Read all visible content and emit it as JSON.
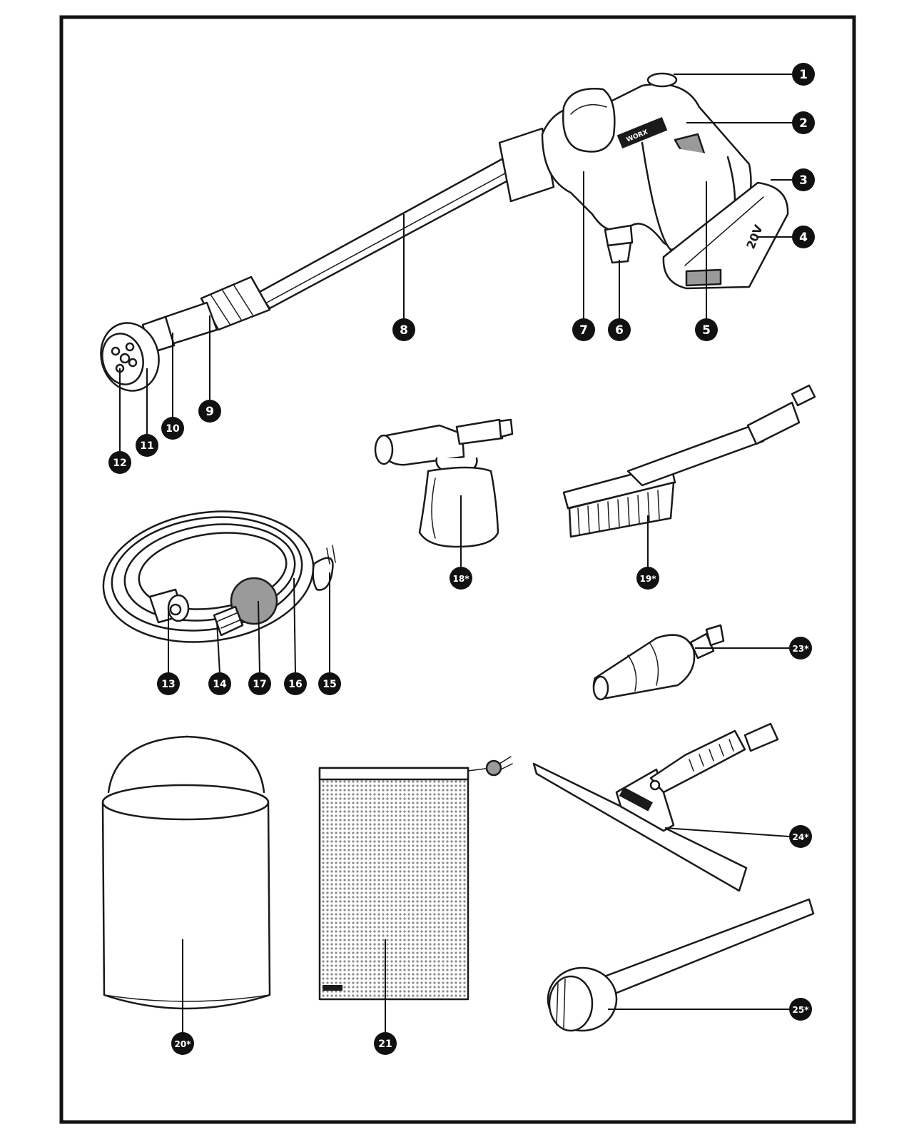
{
  "callouts": [
    {
      "id": "c1",
      "label": "1"
    },
    {
      "id": "c2",
      "label": "2"
    },
    {
      "id": "c3",
      "label": "3"
    },
    {
      "id": "c4",
      "label": "4"
    },
    {
      "id": "c5",
      "label": "5"
    },
    {
      "id": "c6",
      "label": "6"
    },
    {
      "id": "c7",
      "label": "7"
    },
    {
      "id": "c8",
      "label": "8"
    },
    {
      "id": "c9",
      "label": "9"
    },
    {
      "id": "c10",
      "label": "10"
    },
    {
      "id": "c11",
      "label": "11"
    },
    {
      "id": "c12",
      "label": "12"
    },
    {
      "id": "c13",
      "label": "13"
    },
    {
      "id": "c14",
      "label": "14"
    },
    {
      "id": "c15",
      "label": "15"
    },
    {
      "id": "c16",
      "label": "16"
    },
    {
      "id": "c17",
      "label": "17"
    },
    {
      "id": "c18",
      "label": "18*"
    },
    {
      "id": "c19",
      "label": "19*"
    },
    {
      "id": "c20",
      "label": "20*"
    },
    {
      "id": "c21",
      "label": "21"
    },
    {
      "id": "c23",
      "label": "23*"
    },
    {
      "id": "c24",
      "label": "24*"
    },
    {
      "id": "c25",
      "label": "25*"
    }
  ],
  "brand": {
    "logo": "WORX",
    "battery_mark": "20V"
  }
}
